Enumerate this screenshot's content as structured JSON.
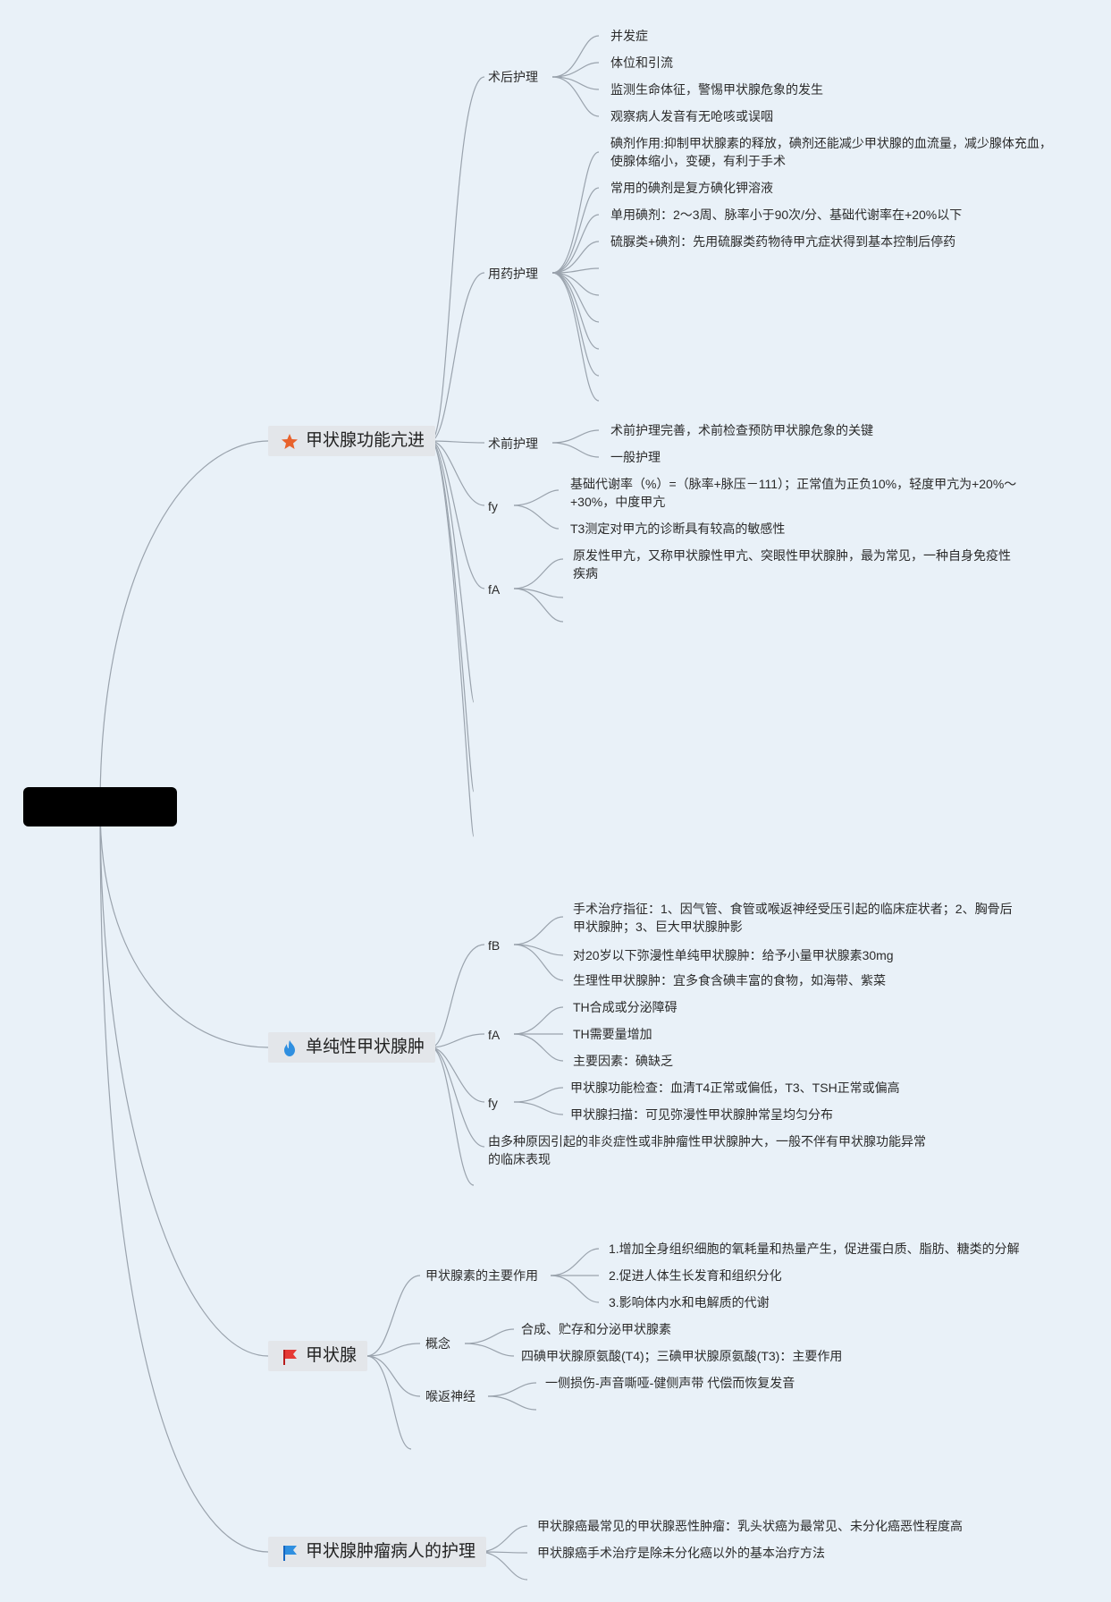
{
  "colors": {
    "background": "#e9f1f8",
    "edge": "#9aa3ad",
    "star": "#e8622c",
    "fire": "#2f8fe0",
    "flag_red": "#e53935",
    "flag_blue": "#2f8fe0",
    "root_fill": "#000000"
  },
  "branches": {
    "hyper": {
      "title": "甲状腺功能亢进",
      "icon": "star-icon",
      "postop": {
        "label": "术后护理",
        "items": [
          "并发症",
          "体位和引流",
          "监测生命体征，警惕甲状腺危象的发生",
          "观察病人发音有无呛咳或误咽"
        ]
      },
      "meds": {
        "label": "用药护理",
        "iodine_line1": "碘剂作用:抑制甲状腺素的释放，碘剂还能减少甲状腺的血流量，减少腺体充血，",
        "iodine_line2": "使腺体缩小，变硬，有利于手术",
        "items": [
          "常用的碘剂是复方碘化钾溶液",
          "单用碘剂：2～3周、脉率小于90次/分、基础代谢率在+20%以下",
          "硫脲类+碘剂：先用硫脲类药物待甲亢症状得到基本控制后停药"
        ]
      },
      "preop": {
        "label": "术前护理",
        "items": [
          "术前护理完善，术前检查预防甲状腺危象的关键",
          "一般护理"
        ]
      },
      "fy": {
        "label": "fy",
        "bmr_line1": "基础代谢率（%）=（脉率+脉压－111）；正常值为正负10%，轻度甲亢为+20%～",
        "bmr_line2": "+30%，中度甲亢",
        "t3": "T3测定对甲亢的诊断具有较高的敏感性"
      },
      "fa": {
        "label": "fA",
        "line1": "原发性甲亢，又称甲状腺性甲亢、突眼性甲状腺肿，最为常见，一种自身免疫性",
        "line2": "疾病"
      }
    },
    "simple": {
      "title": "单纯性甲状腺肿",
      "icon": "fire-icon",
      "fb": {
        "label": "fB",
        "surg_line1": "手术治疗指征：1、因气管、食管或喉返神经受压引起的临床症状者；2、胸骨后",
        "surg_line2": "甲状腺肿；3、巨大甲状腺肿影",
        "items": [
          "对20岁以下弥漫性单纯甲状腺肿：给予小量甲状腺素30mg",
          "生理性甲状腺肿：宜多食含碘丰富的食物，如海带、紫菜"
        ]
      },
      "fa": {
        "label": "fA",
        "items": [
          "TH合成或分泌障碍",
          "TH需要量增加",
          "主要因素：碘缺乏"
        ]
      },
      "fy": {
        "label": "fy",
        "items": [
          "甲状腺功能检查：血清T4正常或偏低，T3、TSH正常或偏高",
          "甲状腺扫描：可见弥漫性甲状腺肿常呈均匀分布"
        ]
      },
      "def_line1": "由多种原因引起的非炎症性或非肿瘤性甲状腺肿大，一般不伴有甲状腺功能异常",
      "def_line2": "的临床表现"
    },
    "thyroid": {
      "title": "甲状腺",
      "icon": "red-flag-icon",
      "hormone": {
        "label": "甲状腺素的主要作用",
        "items": [
          "1.增加全身组织细胞的氧耗量和热量产生，促进蛋白质、脂肪、糖类的分解",
          "2.促进人体生长发育和组织分化",
          "3.影响体内水和电解质的代谢"
        ]
      },
      "concept": {
        "label": "概念",
        "items": [
          "合成、贮存和分泌甲状腺素",
          "四碘甲状腺原氨酸(T4)；三碘甲状腺原氨酸(T3)：主要作用"
        ]
      },
      "nerve": {
        "label": "喉返神经",
        "items": [
          "一侧损伤-声音嘶哑-健侧声带 代偿而恢复发音"
        ]
      }
    },
    "tumor": {
      "title": "甲状腺肿瘤病人的护理",
      "icon": "blue-flag-icon",
      "items": [
        "甲状腺癌最常见的甲状腺恶性肿瘤：乳头状癌为最常见、未分化癌恶性程度高",
        "甲状腺癌手术治疗是除未分化癌以外的基本治疗方法"
      ]
    }
  }
}
